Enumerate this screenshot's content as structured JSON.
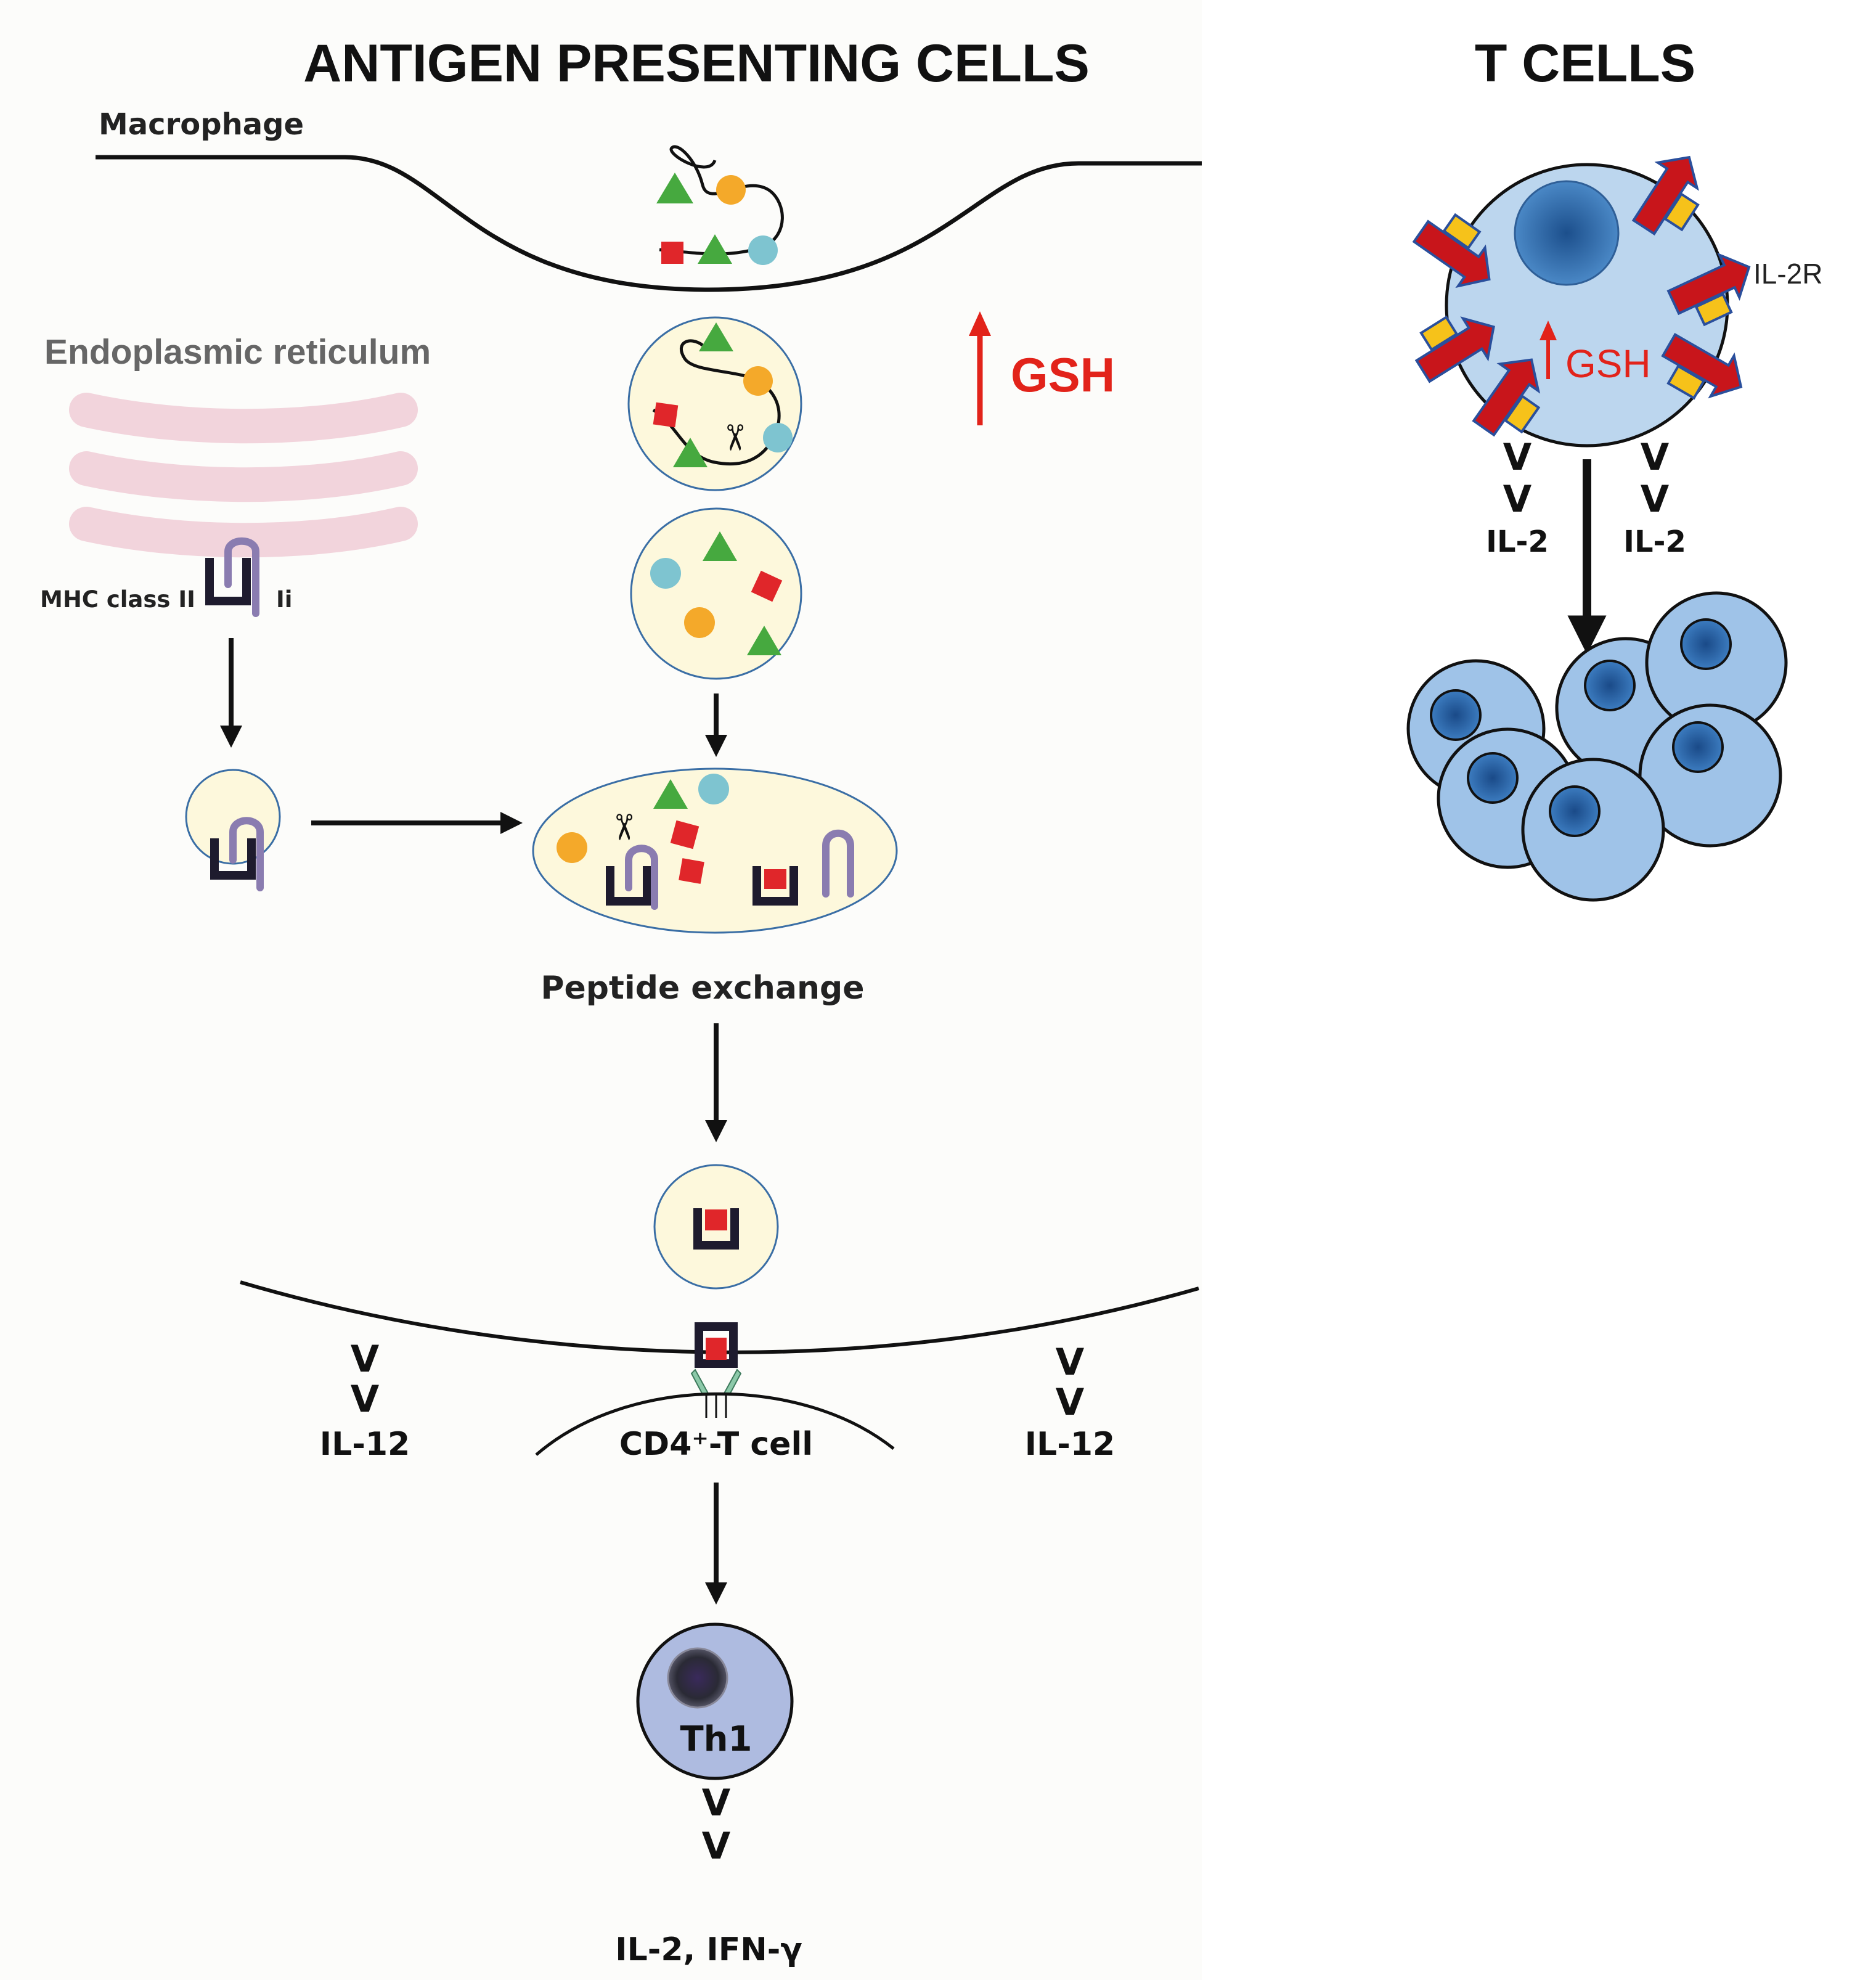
{
  "titles": {
    "apc": "ANTIGEN PRESENTING CELLS",
    "tcells": "T CELLS"
  },
  "labels": {
    "macrophage": "Macrophage",
    "er": "Endoplasmic reticulum",
    "mhc_class_ii": "MHC class II",
    "ii": "Ii",
    "gsh_apc": "GSH",
    "gsh_tcell": "GSH",
    "il2r": "IL-2R",
    "peptide_exchange": "Peptide exchange",
    "cd4_t_cell": "CD4⁺-T cell",
    "th1": "Th1",
    "il2_ifn": "IL-2, IFN-γ"
  },
  "cytokines": {
    "left_mark_1": "V",
    "left_mark_2": "V",
    "left_label": "IL-12",
    "right_mark_1": "V",
    "right_mark_2": "V",
    "right_label": "IL-12",
    "th1_mark_1": "V",
    "th1_mark_2": "V",
    "tcell_left_mark_1": "V",
    "tcell_left_mark_2": "V",
    "tcell_left_label": "IL-2",
    "tcell_right_mark_1": "V",
    "tcell_right_mark_2": "V",
    "tcell_right_label": "IL-2"
  },
  "colors": {
    "accent_red": "#e2231a",
    "vesicle_fill": "#fdf8dc",
    "apc_background": "#fdfdfb",
    "er_pink": "#f2d4dc",
    "green_triangle": "#46a93f",
    "orange_circle": "#f4a92a",
    "cyan_circle": "#7ec4d0",
    "red_square": "#e0262a",
    "mhc_dark": "#1e1b2e",
    "ii_purple": "#8a7cb0",
    "tcell_fill": "#bcd6ee",
    "tcell_nucleus": "#3f7fbf",
    "receptor_red": "#c8151b",
    "receptor_yellow": "#f6c21a",
    "th1_fill": "#aebbe0"
  }
}
